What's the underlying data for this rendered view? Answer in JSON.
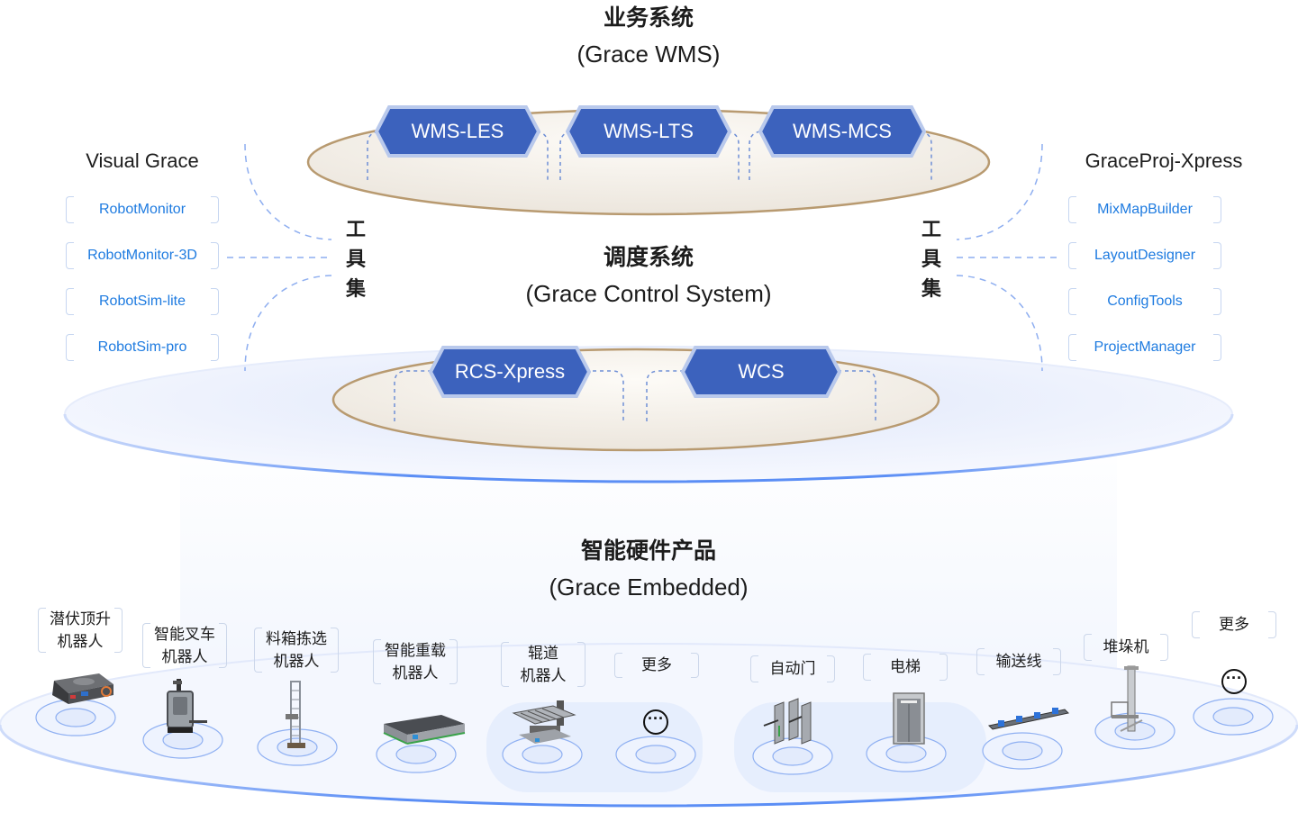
{
  "business_system": {
    "title_cn": "业务系统",
    "title_en": "(Grace WMS)",
    "modules": [
      "WMS-LES",
      "WMS-LTS",
      "WMS-MCS"
    ]
  },
  "control_system": {
    "title_cn": "调度系统",
    "title_en": "(Grace Control System)",
    "modules": [
      "RCS-Xpress",
      "WCS"
    ]
  },
  "toolset_label": [
    "工",
    "具",
    "集"
  ],
  "left_tools": {
    "title": "Visual Grace",
    "items": [
      "RobotMonitor",
      "RobotMonitor-3D",
      "RobotSim-lite",
      "RobotSim-pro"
    ]
  },
  "right_tools": {
    "title": "GraceProj-Xpress",
    "items": [
      "MixMapBuilder",
      "LayoutDesigner",
      "ConfigTools",
      "ProjectManager"
    ]
  },
  "hardware": {
    "title_cn": "智能硬件产品",
    "title_en": "(Grace Embedded)",
    "robots": [
      {
        "line1": "潜伏顶升",
        "line2": "机器人",
        "icon": "latent-lifting-robot-icon"
      },
      {
        "line1": "智能叉车",
        "line2": "机器人",
        "icon": "forklift-robot-icon"
      },
      {
        "line1": "料箱拣选",
        "line2": "机器人",
        "icon": "bin-picking-robot-icon"
      },
      {
        "line1": "智能重载",
        "line2": "机器人",
        "icon": "heavy-load-robot-icon"
      },
      {
        "line1": "辊道",
        "line2": "机器人",
        "icon": "roller-robot-icon"
      },
      {
        "line1": "更多",
        "line2": "",
        "icon": "more-icon"
      }
    ],
    "equipment": [
      {
        "label": "自动门",
        "icon": "automatic-door-icon"
      },
      {
        "label": "电梯",
        "icon": "elevator-icon"
      },
      {
        "label": "输送线",
        "icon": "conveyor-icon"
      },
      {
        "label": "堆垛机",
        "icon": "stacker-crane-icon"
      },
      {
        "label": "更多",
        "icon": "more-icon"
      }
    ]
  },
  "colors": {
    "module_fill": "#3c62bd",
    "module_border": "#b9c9ec",
    "tool_text": "#1e7be0",
    "disc_edge": "#5b8ef5",
    "plate_edge": "#b89a70"
  }
}
